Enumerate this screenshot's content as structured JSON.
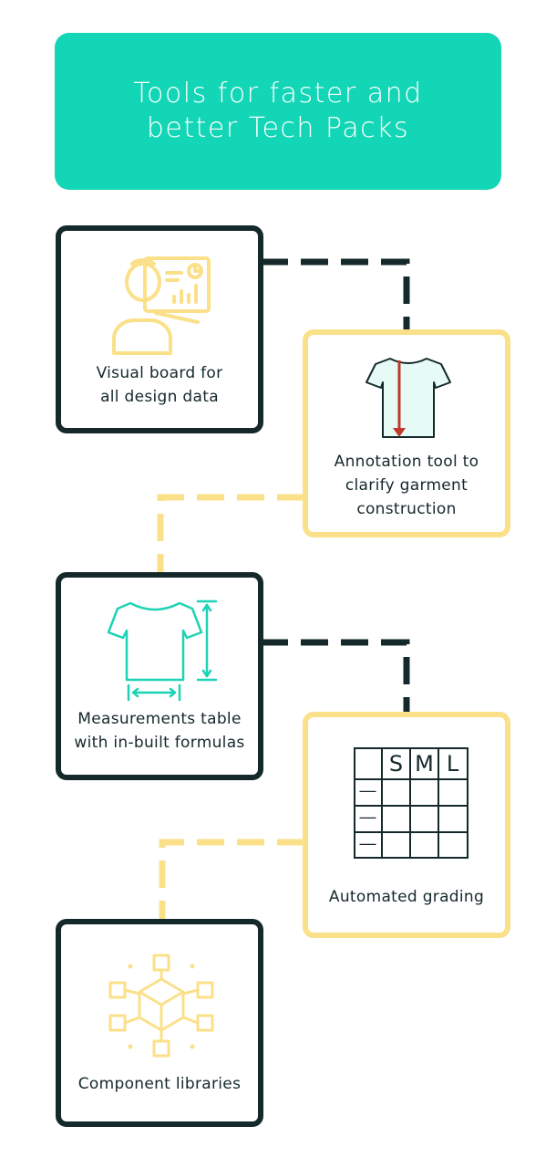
{
  "header": {
    "title": "Tools for faster and better Tech Packs"
  },
  "cards": [
    {
      "label": "Visual board for all design data",
      "icon": "person-dashboard-icon"
    },
    {
      "label": "Annotation tool to clarify garment construction",
      "icon": "tshirt-annotation-icon"
    },
    {
      "label": "Measurements table with in-built formulas",
      "icon": "tshirt-measurement-icon"
    },
    {
      "label": "Automated grading",
      "icon": "size-grading-table-icon",
      "table_headers": [
        "S",
        "M",
        "L"
      ],
      "row_marker": "—"
    },
    {
      "label": "Component libraries",
      "icon": "component-network-icon"
    }
  ],
  "colors": {
    "header": "#12d6b5",
    "dark": "#15282b",
    "yellow": "#fbe08a",
    "teal_icon": "#1ed3b5",
    "red_arrow": "#c0392b"
  }
}
